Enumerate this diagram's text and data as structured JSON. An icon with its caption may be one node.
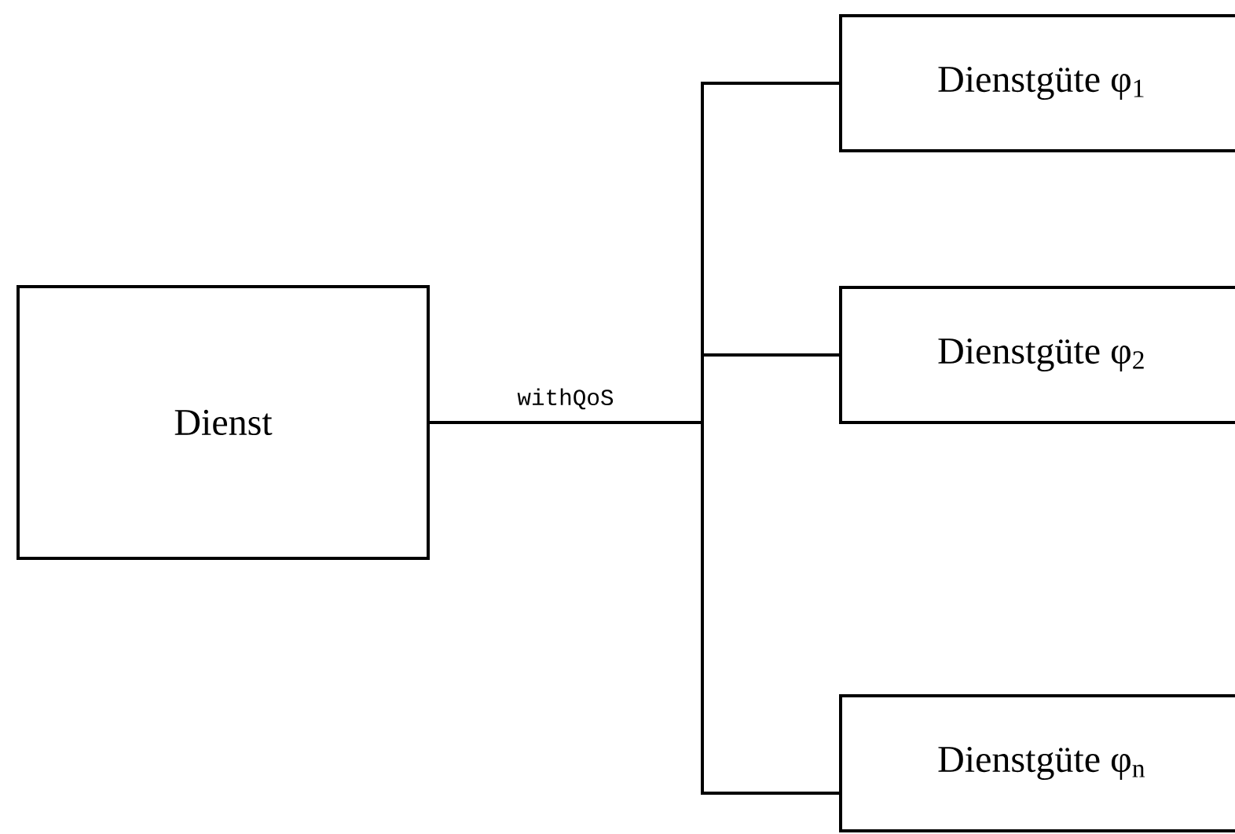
{
  "diagram": {
    "nodes": [
      {
        "text": [
          "Dienst"
        ]
      },
      {
        "text": [
          "Dienstgüte φ$_{1}$"
        ]
      },
      {
        "text": [
          "Dienstgüte φ$_{2}$"
        ]
      },
      {
        "text": [
          "Dienstgüte φ$_{n}$"
        ]
      }
    ],
    "edges": [
      {
        "from": 0,
        "to": 1,
        "arrow": "none",
        "label": "withQoS"
      },
      {
        "from": 0,
        "to": 2,
        "arrow": "none"
      },
      {
        "from": 0,
        "to": 3,
        "arrow": "none"
      }
    ]
  }
}
